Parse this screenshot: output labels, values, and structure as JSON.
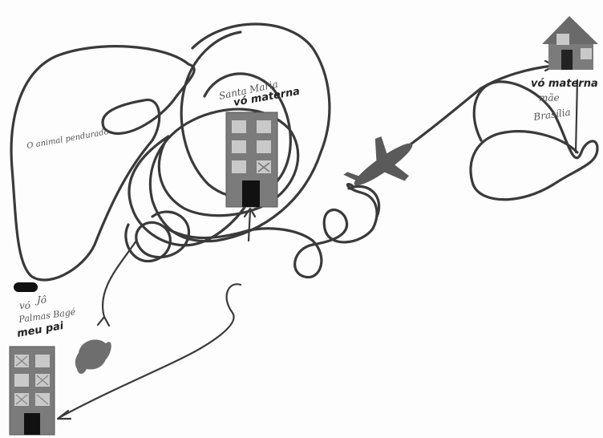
{
  "colors": {
    "background": "#fdfdfd",
    "line": "#3a3a3a",
    "building": "#7b7b7b",
    "window": "#c9c9c9",
    "door": "#111111",
    "plane": "#5a5a5a",
    "animal": "#6e6e6e"
  },
  "labels": {
    "loop_note": "O animal pendurado",
    "center_title": "Santa Maria",
    "center_name": "vó materna",
    "left_name_1": "vó",
    "left_name_2": "Jô",
    "left_place": "Palmas Bagé",
    "left_relation": "meu pai",
    "right_name": "vó materna",
    "right_relation": "mãe",
    "right_place": "Brasília"
  },
  "icons": [
    "apartment-building-icon",
    "house-icon",
    "airplane-icon",
    "animal-icon",
    "car-icon"
  ]
}
